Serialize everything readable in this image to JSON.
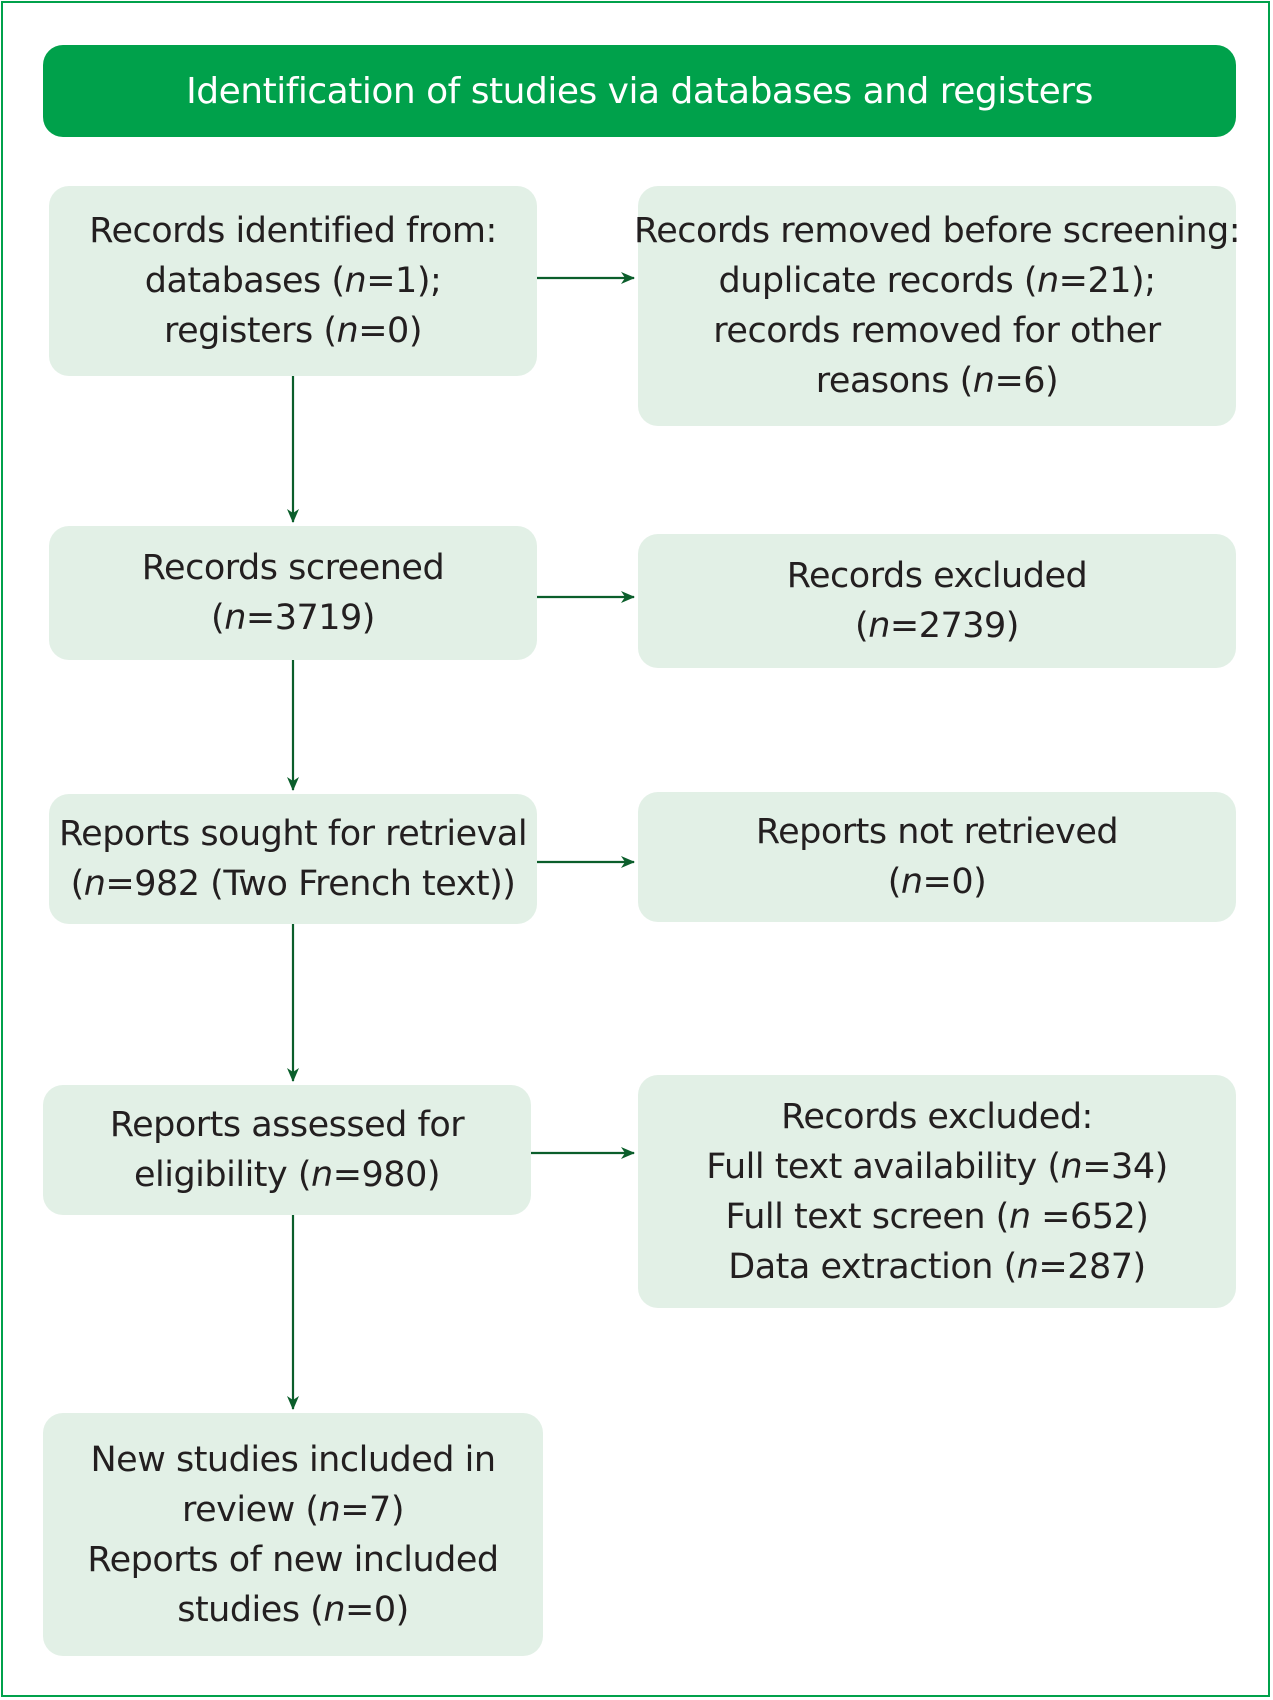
{
  "header": {
    "title": "Identification of studies via databases and registers"
  },
  "boxes": {
    "identified": {
      "l1": "Records identified from:",
      "l2a": "databases (",
      "l2n": "n",
      "l2b": "=1);",
      "l3a": "registers (",
      "l3n": "n",
      "l3b": "=0)"
    },
    "removed": {
      "l1": "Records removed before screening:",
      "l2a": "duplicate records (",
      "l2n": "n",
      "l2b": "=21);",
      "l3": "records removed for other",
      "l4a": "reasons (",
      "l4n": "n",
      "l4b": "=6)"
    },
    "screened": {
      "l1": "Records screened",
      "l2a": "(",
      "l2n": "n",
      "l2b": "=3719)"
    },
    "excluded": {
      "l1": "Records excluded",
      "l2a": "(",
      "l2n": "n",
      "l2b": "=2739)"
    },
    "sought": {
      "l1": "Reports sought for retrieval",
      "l2a": "(",
      "l2n": "n",
      "l2b": "=982 (Two French text))"
    },
    "not_retrieved": {
      "l1": "Reports not retrieved",
      "l2a": "(",
      "l2n": "n",
      "l2b": "=0)"
    },
    "assessed": {
      "l1": "Reports assessed for",
      "l2a": "eligibility (",
      "l2n": "n",
      "l2b": "=980)"
    },
    "excluded_reasons": {
      "l1": "Records excluded:",
      "l2a": "Full text availability (",
      "l2n": "n",
      "l2b": "=34)",
      "l3a": "Full text screen (",
      "l3n": "n",
      "l3b": " =652)",
      "l4a": "Data extraction (",
      "l4n": "n",
      "l4b": "=287)"
    },
    "included": {
      "l1": "New studies included in",
      "l2a": "review (",
      "l2n": "n",
      "l2b": "=7)",
      "l3": "Reports of new included",
      "l4a": "studies (",
      "l4n": "n",
      "l4b": "=0)"
    }
  },
  "colors": {
    "header_green": "#00a14b",
    "box_fill": "#e2f0e6",
    "arrow": "#0b5e2b"
  }
}
